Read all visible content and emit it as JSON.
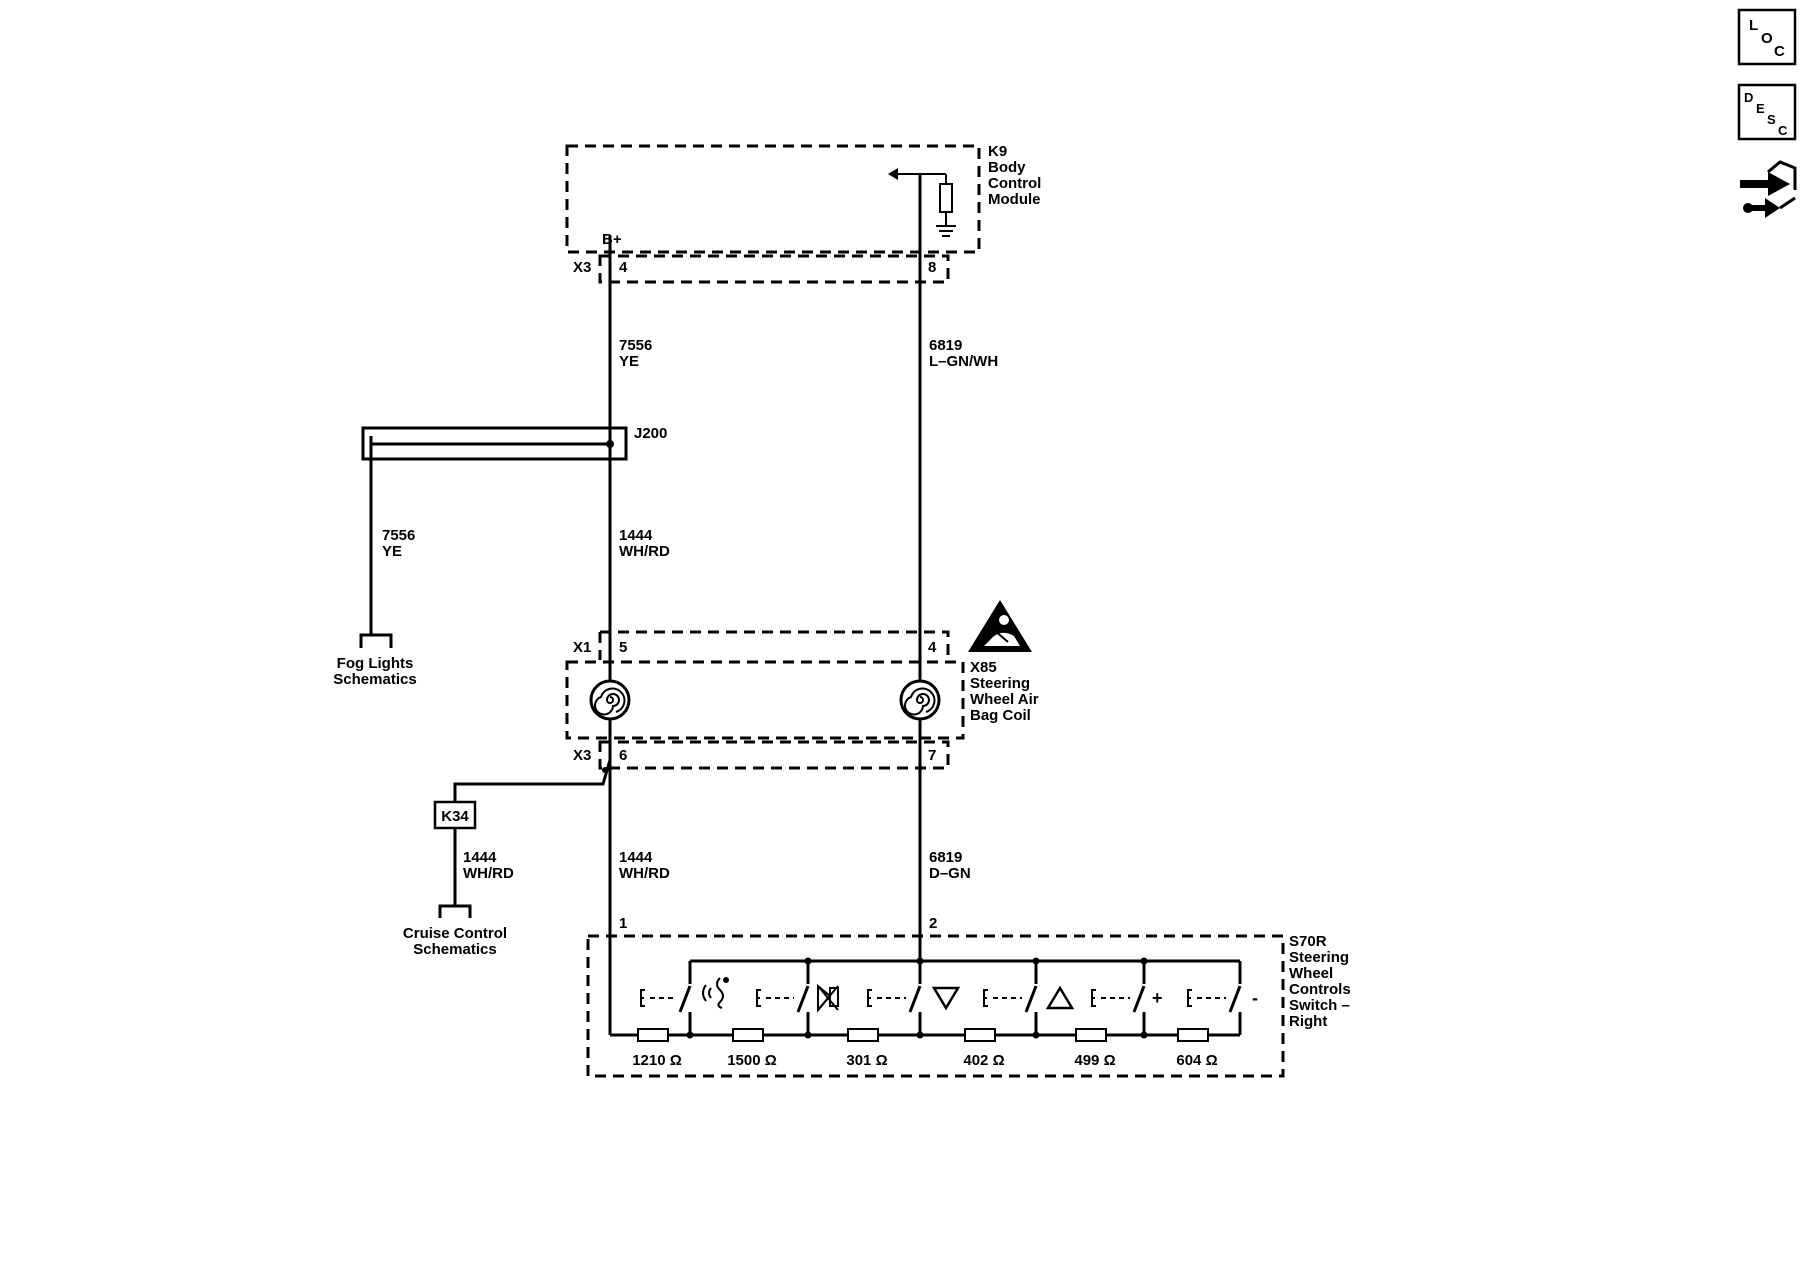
{
  "nav_icons": {
    "loc": [
      "L",
      "O",
      "C"
    ],
    "desc": [
      "D",
      "E",
      "S",
      "C"
    ],
    "connector_icon": "connector-views-icon"
  },
  "modules": {
    "k9": {
      "lines": [
        "K9",
        "Body",
        "Control",
        "Module"
      ],
      "supply": "B+"
    },
    "x85": {
      "lines": [
        "X85",
        "Steering",
        "Wheel Air",
        "Bag Coil"
      ]
    },
    "s70r": {
      "lines": [
        "S70R",
        "Steering",
        "Wheel",
        "Controls",
        "Switch –",
        "Right"
      ]
    },
    "k34": {
      "label": "K34"
    }
  },
  "connectors": {
    "k9_x3": "X3",
    "x85_x1": "X1",
    "x85_x3": "X3",
    "pins": {
      "k9_pin4": "4",
      "k9_pin8": "8",
      "x1_pin5": "5",
      "x1_pin4": "4",
      "x3_pin6": "6",
      "x3_pin7": "7",
      "s70_pin1": "1",
      "s70_pin2": "2"
    }
  },
  "splice": {
    "label": "J200"
  },
  "wires": {
    "w7556_main": {
      "circuit": "7556",
      "color": "YE"
    },
    "w6819_top": {
      "circuit": "6819",
      "color": "L–GN/WH"
    },
    "w7556_branch": {
      "circuit": "7556",
      "color": "YE"
    },
    "w1444_mid": {
      "circuit": "1444",
      "color": "WH/RD"
    },
    "w1444_k34": {
      "circuit": "1444",
      "color": "WH/RD"
    },
    "w1444_low": {
      "circuit": "1444",
      "color": "WH/RD"
    },
    "w6819_low": {
      "circuit": "6819",
      "color": "D–GN"
    }
  },
  "references": {
    "fog": [
      "Fog Lights",
      "Schematics"
    ],
    "cruise": [
      "Cruise Control",
      "Schematics"
    ]
  },
  "resistors": [
    "1210 Ω",
    "1500 Ω",
    "301 Ω",
    "402 Ω",
    "499 Ω",
    "604 Ω"
  ],
  "switch_symbols": {
    "plus": "+",
    "minus": "-",
    "icons": [
      "voice-recognition-icon",
      "mute-icon",
      "seek-down-icon",
      "seek-up-icon"
    ]
  },
  "warning_icon": "airbag-warning-icon"
}
